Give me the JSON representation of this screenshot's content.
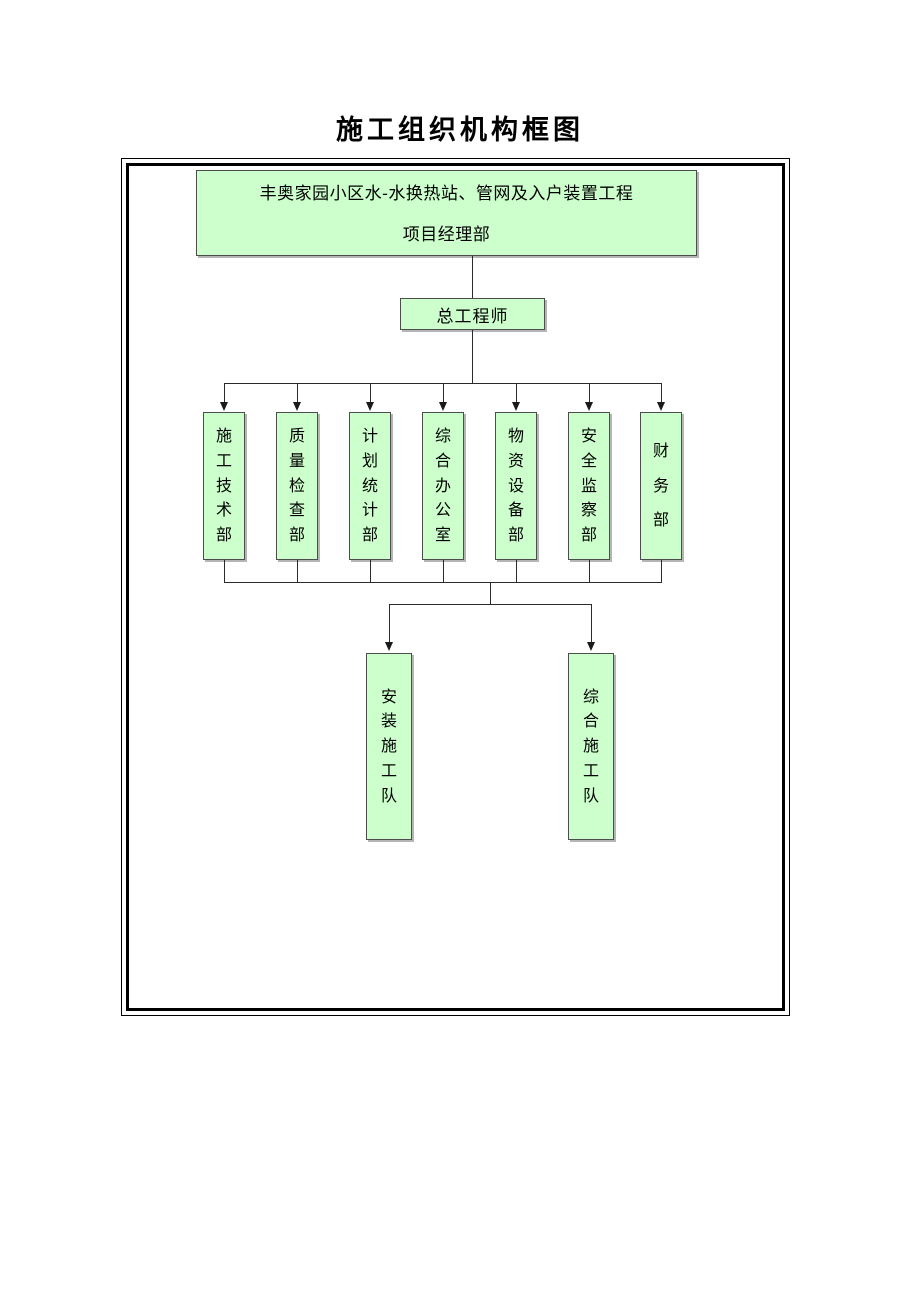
{
  "document": {
    "title": "施工组织机构框图"
  },
  "colors": {
    "node_fill": "#CCFFCC",
    "node_border": "#4D4D4D",
    "connector": "#2B2B2B",
    "frame": "#000000",
    "page_background": "#FFFFFF"
  },
  "chart_data": {
    "type": "diagram",
    "diagram_kind": "organization-chart",
    "title": "施工组织机构框图",
    "levels": 4,
    "nodes": [
      {
        "id": "root",
        "level": 1,
        "label": "丰奥家园小区水-水换热站、管网及入户装置工程 项目经理部",
        "line1": "丰奥家园小区水-水换热站、管网及入户装置工程",
        "line2": "项目经理部",
        "orientation": "horizontal"
      },
      {
        "id": "chief-engineer",
        "level": 2,
        "label": "总工程师",
        "orientation": "horizontal"
      },
      {
        "id": "dept-1",
        "level": 3,
        "label": "施工技术部",
        "orientation": "vertical"
      },
      {
        "id": "dept-2",
        "level": 3,
        "label": "质量检查部",
        "orientation": "vertical"
      },
      {
        "id": "dept-3",
        "level": 3,
        "label": "计划统计部",
        "orientation": "vertical"
      },
      {
        "id": "dept-4",
        "level": 3,
        "label": "综合办公室",
        "orientation": "vertical"
      },
      {
        "id": "dept-5",
        "level": 3,
        "label": "物资设备部",
        "orientation": "vertical"
      },
      {
        "id": "dept-6",
        "level": 3,
        "label": "安全监察部",
        "orientation": "vertical"
      },
      {
        "id": "dept-7",
        "level": 3,
        "label": "财务部",
        "orientation": "vertical"
      },
      {
        "id": "team-1",
        "level": 4,
        "label": "安装施工队",
        "orientation": "vertical"
      },
      {
        "id": "team-2",
        "level": 4,
        "label": "综合施工队",
        "orientation": "vertical"
      }
    ],
    "edges": [
      {
        "from": "root",
        "to": "chief-engineer",
        "arrow": false
      },
      {
        "from": "chief-engineer",
        "to": "dept-1",
        "arrow": true
      },
      {
        "from": "chief-engineer",
        "to": "dept-2",
        "arrow": true
      },
      {
        "from": "chief-engineer",
        "to": "dept-3",
        "arrow": true
      },
      {
        "from": "chief-engineer",
        "to": "dept-4",
        "arrow": true
      },
      {
        "from": "chief-engineer",
        "to": "dept-5",
        "arrow": true
      },
      {
        "from": "chief-engineer",
        "to": "dept-6",
        "arrow": true
      },
      {
        "from": "chief-engineer",
        "to": "dept-7",
        "arrow": true
      },
      {
        "from": "departments",
        "to": "team-1",
        "arrow": true
      },
      {
        "from": "departments",
        "to": "team-2",
        "arrow": true
      }
    ]
  },
  "nodes": {
    "root": {
      "line1": "丰奥家园小区水-水换热站、管网及入户装置工程",
      "line2": "项目经理部"
    },
    "chief_engineer": {
      "label": "总工程师"
    },
    "departments": [
      {
        "label": "施工技术部",
        "chars": [
          "施",
          "工",
          "技",
          "术",
          "部"
        ]
      },
      {
        "label": "质量检查部",
        "chars": [
          "质",
          "量",
          "检",
          "查",
          "部"
        ]
      },
      {
        "label": "计划统计部",
        "chars": [
          "计",
          "划",
          "统",
          "计",
          "部"
        ]
      },
      {
        "label": "综合办公室",
        "chars": [
          "综",
          "合",
          "办",
          "公",
          "室"
        ]
      },
      {
        "label": "物资设备部",
        "chars": [
          "物",
          "资",
          "设",
          "备",
          "部"
        ]
      },
      {
        "label": "安全监察部",
        "chars": [
          "安",
          "全",
          "监",
          "察",
          "部"
        ]
      },
      {
        "label": "财务部",
        "chars": [
          "财",
          "务",
          "部"
        ]
      }
    ],
    "teams": [
      {
        "label": "安装施工队",
        "chars": [
          "安",
          "装",
          "施",
          "工",
          "队"
        ]
      },
      {
        "label": "综合施工队",
        "chars": [
          "综",
          "合",
          "施",
          "工",
          "队"
        ]
      }
    ]
  }
}
